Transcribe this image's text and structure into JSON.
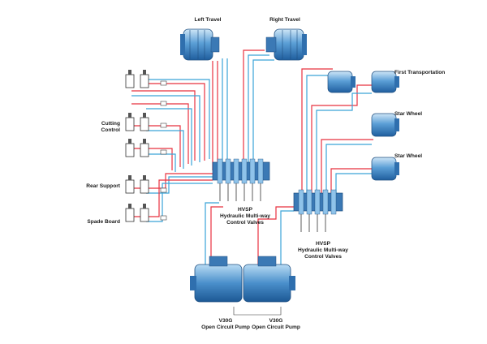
{
  "labels": {
    "left_travel": "Left Travel",
    "right_travel": "Right Travel",
    "first_transportation": "First Transportation",
    "star_wheel_1": "Star Wheel",
    "star_wheel_2": "Star Wheel",
    "cutting_control_1": "Cutting",
    "cutting_control_2": "Control",
    "rear_support": "Rear Support",
    "spade_board": "Spade Board",
    "hvsp_left_1": "HVSP",
    "hvsp_left_2": "Hydraulic  Multi-way",
    "hvsp_left_3": "Control Valves",
    "hvsp_right_1": "HVSP",
    "hvsp_right_2": "Hydraulic  Multi-way",
    "hvsp_right_3": "Control Valves",
    "pump_left_1": "V30G",
    "pump_left_2": "Open Circuit Pump",
    "pump_right_1": "V30G",
    "pump_right_2": "Open Circuit Pump"
  },
  "colors": {
    "pressure_line": "#e8313f",
    "return_line": "#3aa3d8",
    "component_blue": "#2f6fae",
    "component_light": "#8fc3ea"
  }
}
